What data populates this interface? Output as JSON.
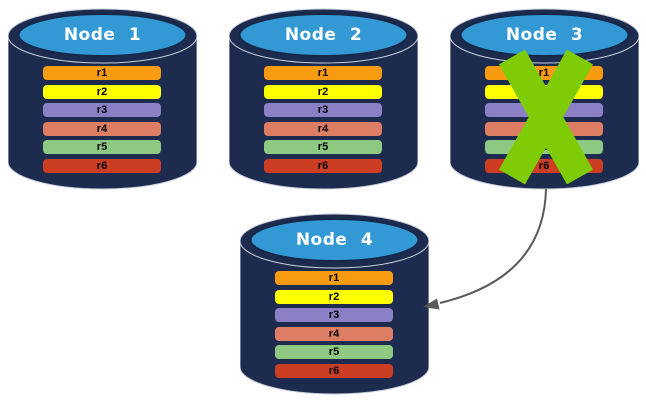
{
  "diagram": {
    "nodes": [
      {
        "title": "Node 1",
        "failed": false
      },
      {
        "title": "Node 2",
        "failed": false
      },
      {
        "title": "Node 3",
        "failed": true
      },
      {
        "title": "Node 4",
        "failed": false
      }
    ],
    "partitions": [
      {
        "label": "r1",
        "color": "#F99B10"
      },
      {
        "label": "r2",
        "color": "#FFFF00"
      },
      {
        "label": "r3",
        "color": "#8B7FC6"
      },
      {
        "label": "r4",
        "color": "#DD7D64"
      },
      {
        "label": "r5",
        "color": "#8DC980"
      },
      {
        "label": "r6",
        "color": "#CC3E24"
      }
    ],
    "colors": {
      "cylinder_body": "#1C2B4E",
      "cylinder_top": "#3399D4",
      "failure_x": "#7ECB06",
      "arrow": "#595959",
      "title_text": "#FFFFFF",
      "partition_text": "#000000"
    },
    "annotations": {
      "failed_node": "Node 3",
      "arrow_from": "Node 3",
      "arrow_to": "Node 4"
    }
  }
}
